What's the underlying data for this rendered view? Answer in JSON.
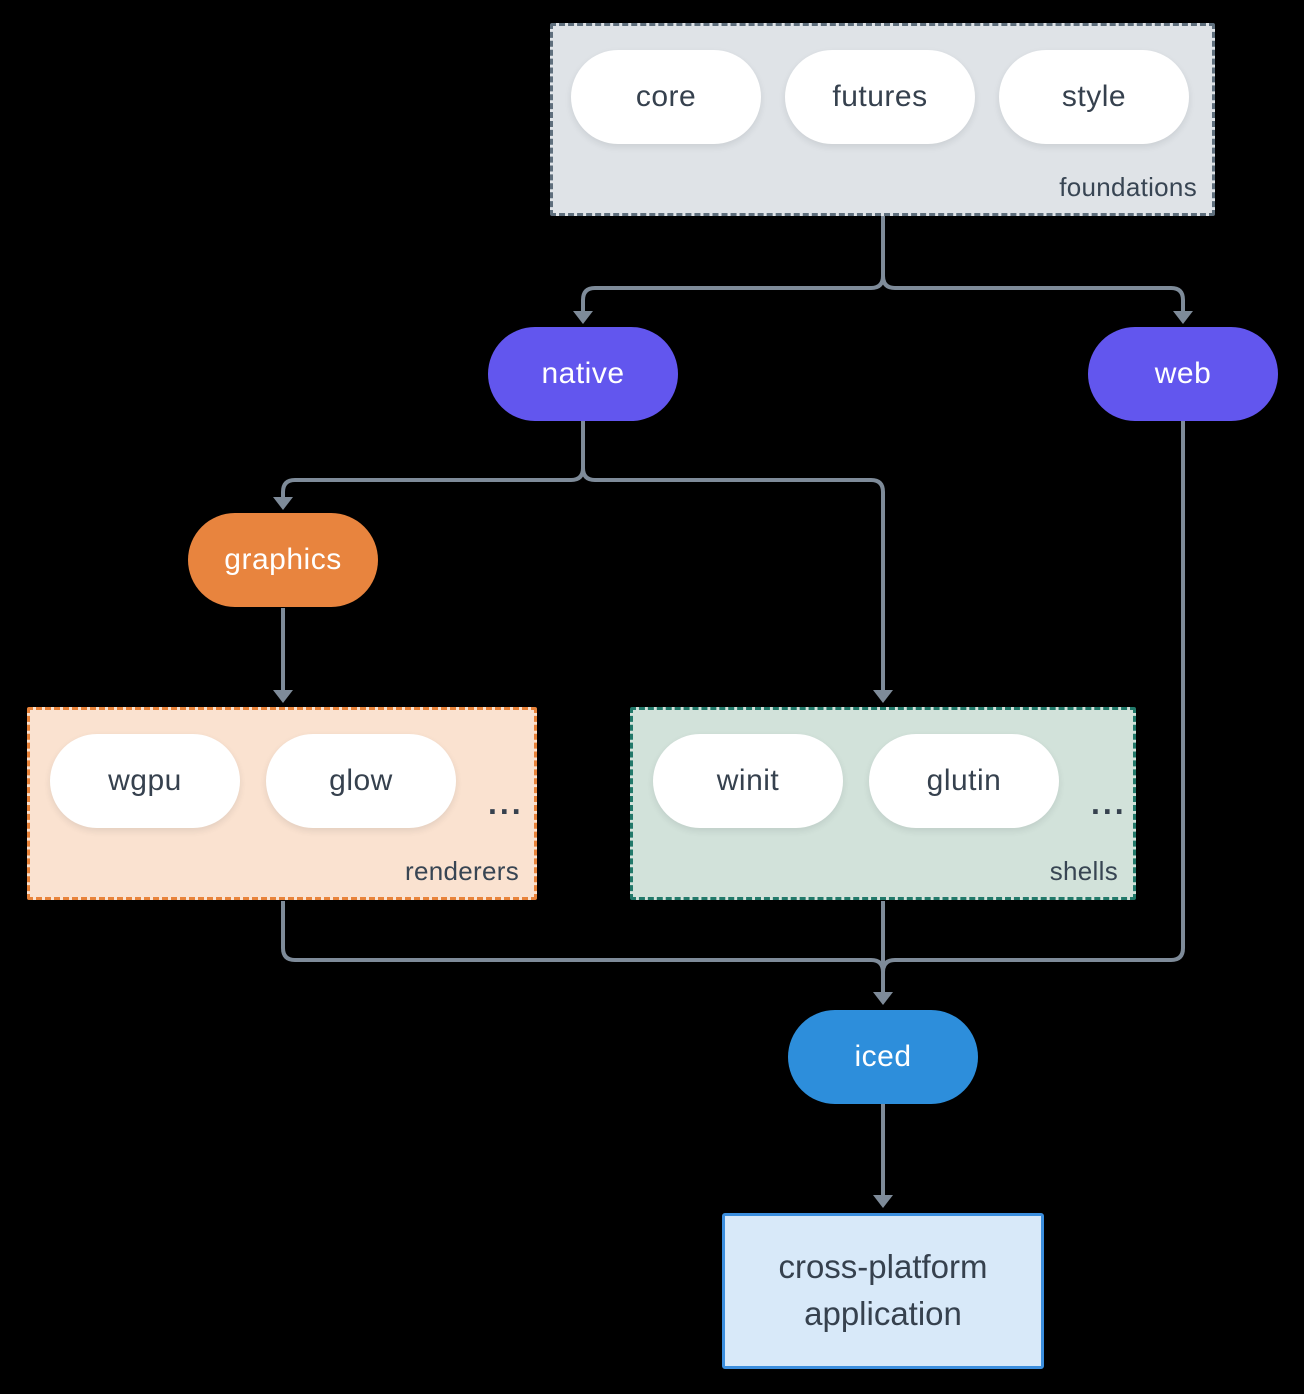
{
  "groups": {
    "foundations": {
      "label": "foundations",
      "pills": [
        {
          "label": "core"
        },
        {
          "label": "futures"
        },
        {
          "label": "style"
        }
      ]
    },
    "renderers": {
      "label": "renderers",
      "ellipsis": "...",
      "pills": [
        {
          "label": "wgpu"
        },
        {
          "label": "glow"
        }
      ]
    },
    "shells": {
      "label": "shells",
      "ellipsis": "...",
      "pills": [
        {
          "label": "winit"
        },
        {
          "label": "glutin"
        }
      ]
    }
  },
  "nodes": {
    "native": {
      "label": "native"
    },
    "web": {
      "label": "web"
    },
    "graphics": {
      "label": "graphics"
    },
    "iced": {
      "label": "iced"
    },
    "application": {
      "label": "cross-platform application"
    }
  },
  "colors": {
    "background": "#000000",
    "connector": "#7e8b99",
    "accent_purple": "#6256ee",
    "accent_orange": "#e8843e",
    "accent_blue": "#2d8edb",
    "foundations_fill": "#dfe3e7",
    "foundations_border": "#5f6f7d",
    "renderers_fill": "#fae2d0",
    "renderers_border": "#e8833a",
    "shells_fill": "#d2e2da",
    "shells_border": "#22796a",
    "application_fill": "#d8e9f9",
    "application_border": "#3b8ede",
    "text_dark": "#36414e",
    "text_light": "#ffffff"
  }
}
